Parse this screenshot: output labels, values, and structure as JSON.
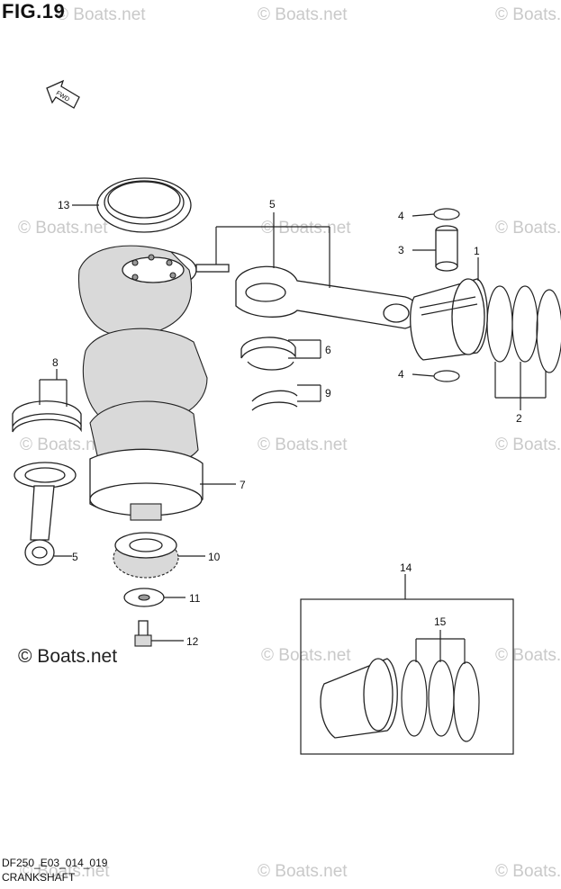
{
  "figure_title": "FIG.19",
  "model_code": "DF250_E03_014_019",
  "section_name": "CRANKSHAFT",
  "copyright_text": "© Boats.net",
  "watermark_text": "© Boats.net",
  "fwd_label": "FWD",
  "callouts": {
    "c1": "1",
    "c2": "2",
    "c3": "3",
    "c4a": "4",
    "c4b": "4",
    "c5a": "5",
    "c5b": "5",
    "c6": "6",
    "c7": "7",
    "c8": "8",
    "c9": "9",
    "c10": "10",
    "c11": "11",
    "c12": "12",
    "c13": "13",
    "c14": "14",
    "c15": "15"
  },
  "parts": [
    {
      "no": "1",
      "name": "piston"
    },
    {
      "no": "2",
      "name": "piston-ring-set"
    },
    {
      "no": "3",
      "name": "piston-pin"
    },
    {
      "no": "4",
      "name": "piston-pin-circlip"
    },
    {
      "no": "5",
      "name": "connecting-rod"
    },
    {
      "no": "6",
      "name": "conrod-bearing"
    },
    {
      "no": "7",
      "name": "crankshaft"
    },
    {
      "no": "8",
      "name": "main-bearing"
    },
    {
      "no": "9",
      "name": "thrust-bearing"
    },
    {
      "no": "10",
      "name": "crank-timing-gear"
    },
    {
      "no": "11",
      "name": "washer"
    },
    {
      "no": "12",
      "name": "bolt"
    },
    {
      "no": "13",
      "name": "oil-seal"
    },
    {
      "no": "14",
      "name": "piston-kit"
    },
    {
      "no": "15",
      "name": "piston-ring-set-kit"
    }
  ],
  "colors": {
    "line": "#222222",
    "watermark": "#c9c9c9",
    "background": "#ffffff"
  }
}
